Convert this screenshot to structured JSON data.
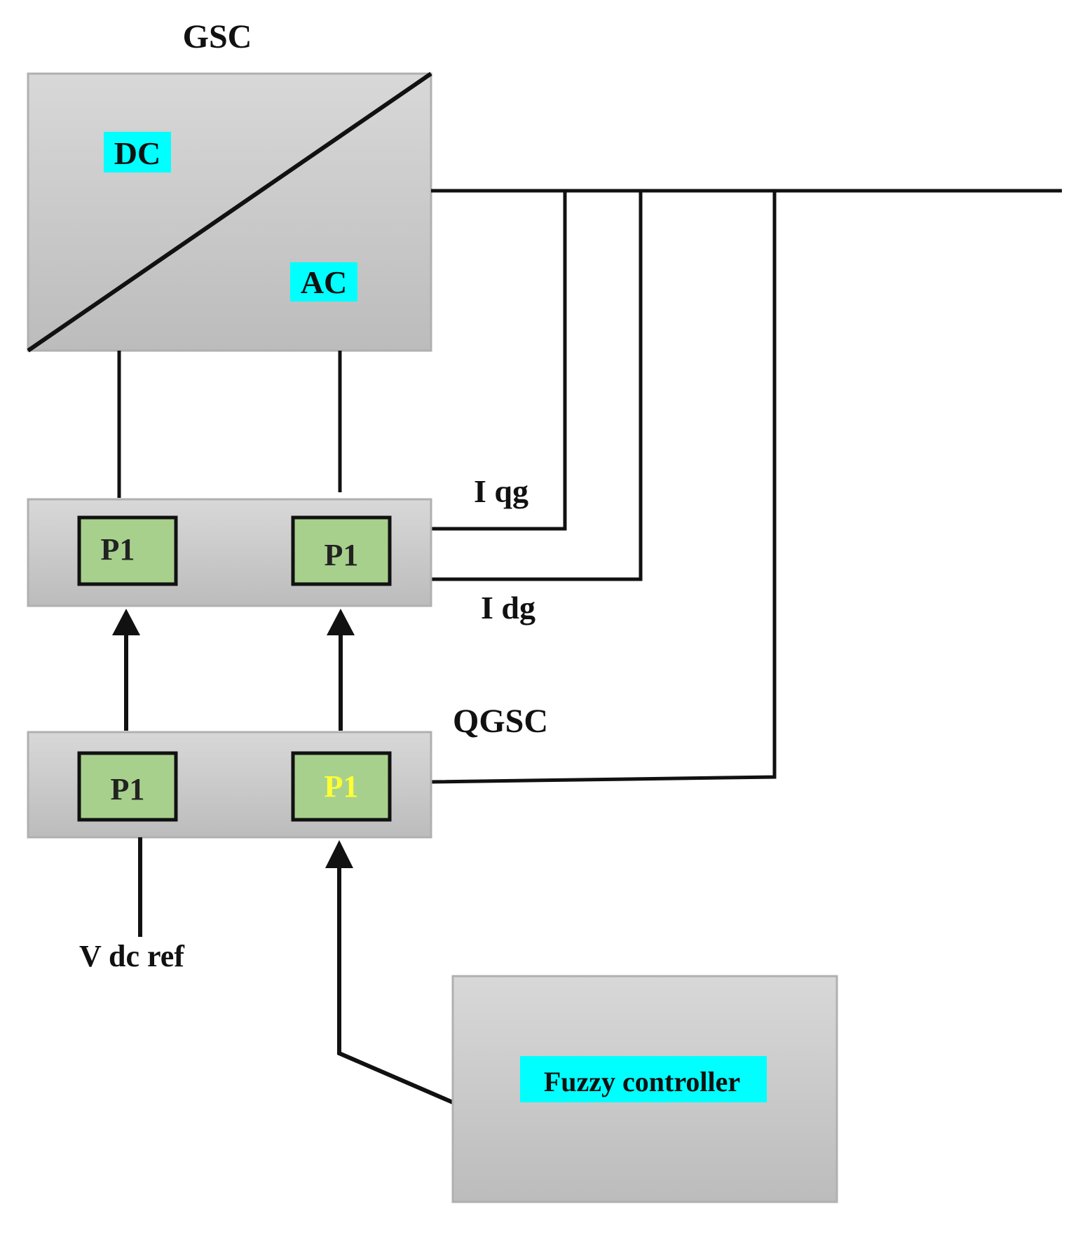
{
  "gsc": {
    "title": "GSC",
    "dc_label": "DC",
    "ac_label": "AC"
  },
  "pi_block_upper": {
    "left_label": "P1",
    "right_label": "P1"
  },
  "pi_block_lower": {
    "title": "QGSC",
    "left_label": "P1",
    "right_label": "P1"
  },
  "signals": {
    "iqg": "I qg",
    "idg": "I dg",
    "vdc_ref": "V  dc ref"
  },
  "fuzzy": {
    "label": "Fuzzy controller"
  },
  "colors": {
    "block_fill_top": "#d6d6d6",
    "block_fill_bottom": "#bdbdbd",
    "pi_fill": "#a8d08d",
    "highlight": "#00ffff",
    "highlight_text_yellow": "#ffff33",
    "line": "#111111"
  }
}
